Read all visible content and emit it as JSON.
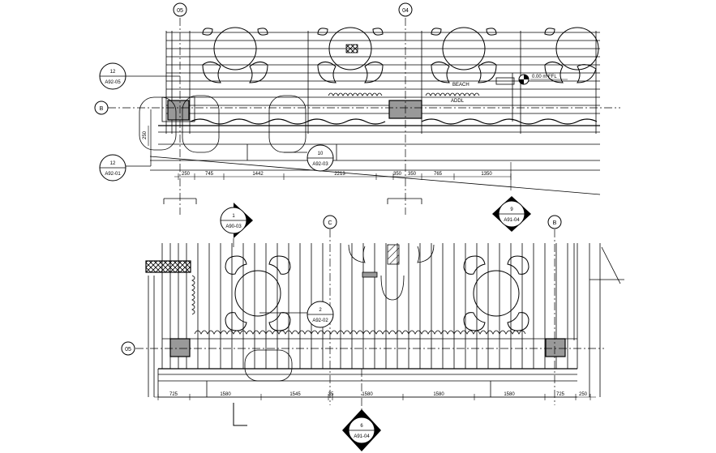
{
  "grid_bubbles": {
    "g05_top": "05",
    "g04_top": "04",
    "gB_top": "B",
    "gC_lower": "C",
    "gB_lower": "B",
    "g05_lower": "05"
  },
  "section_tags": {
    "tag1": {
      "num": "12",
      "ref": "A92-05"
    },
    "tag2": {
      "num": "12",
      "ref": "A92-01"
    },
    "tag3": {
      "num": "10",
      "ref": "A92-03"
    },
    "tag4": {
      "num": "2",
      "ref": "A92-02"
    }
  },
  "elevation_markers": {
    "m1": {
      "num": "1",
      "ref": "A90-03"
    },
    "m2": {
      "num": "9",
      "ref": "A91-04"
    },
    "m3": {
      "num": "6",
      "ref": "A91-04"
    }
  },
  "labels": {
    "ffl": "0.00 m FFL",
    "note_a": "BEACH",
    "note_b": "ADDL",
    "dim_250": "250"
  },
  "top_dims": [
    "250",
    "745",
    "1442",
    "2213",
    "350",
    "350",
    "765",
    "1350"
  ],
  "bottom_dims": [
    "725",
    "1580",
    "1545",
    "35",
    "1580",
    "1580",
    "1580",
    "725",
    "250"
  ]
}
